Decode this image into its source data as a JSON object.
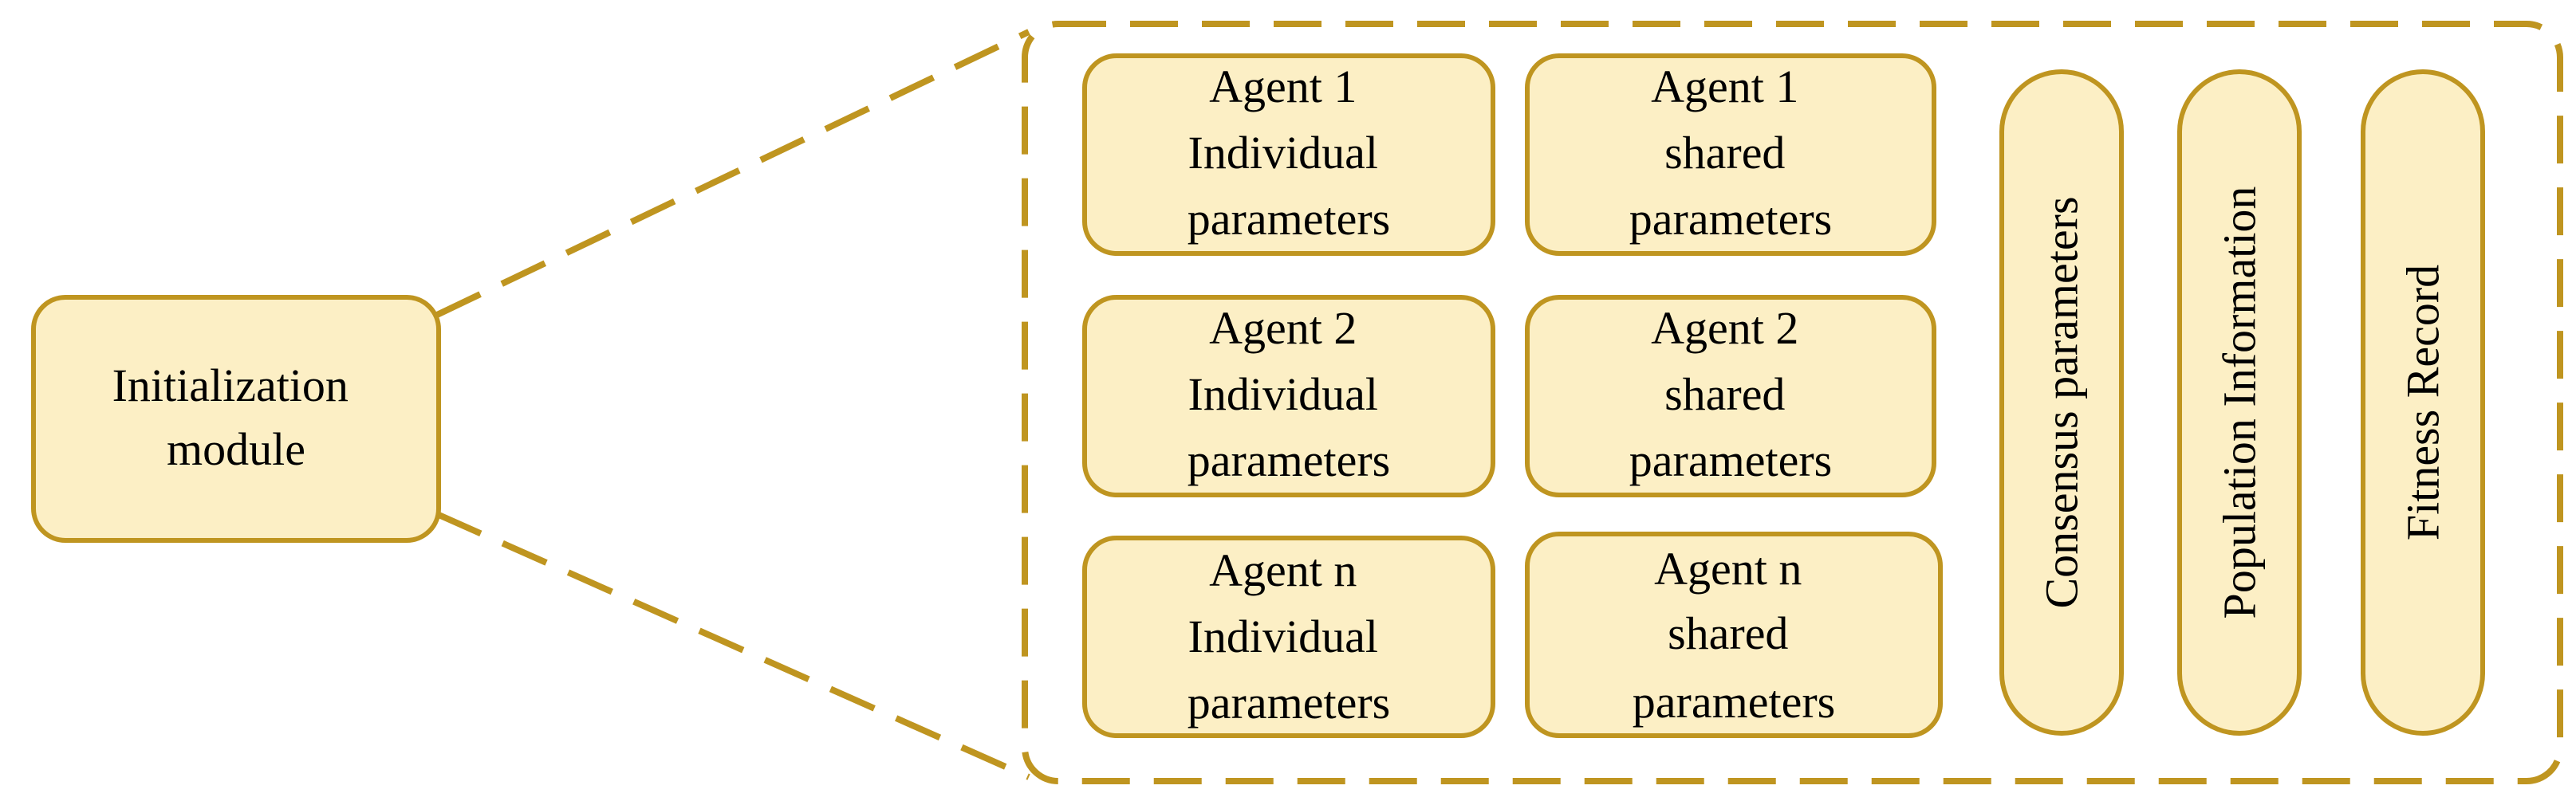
{
  "colors": {
    "border": "#BF9520",
    "fill": "#FCEFC5",
    "text": "#000000"
  },
  "init_module": {
    "lines": [
      "Initialization",
      "module"
    ]
  },
  "individual_boxes": [
    {
      "lines": [
        "Agent 1",
        "Individual",
        "parameters"
      ]
    },
    {
      "lines": [
        "Agent 2",
        "Individual",
        "parameters"
      ]
    },
    {
      "lines": [
        "Agent n",
        "Individual",
        "parameters"
      ]
    }
  ],
  "shared_boxes": [
    {
      "lines": [
        "Agent 1",
        "shared",
        "parameters"
      ]
    },
    {
      "lines": [
        "Agent 2",
        "shared",
        "parameters"
      ]
    },
    {
      "lines": [
        "Agent n",
        "shared",
        "parameters"
      ]
    }
  ],
  "vertical_boxes": [
    {
      "label": "Consensus parameters"
    },
    {
      "label": "Population Information"
    },
    {
      "label": "Fitness Record"
    }
  ]
}
